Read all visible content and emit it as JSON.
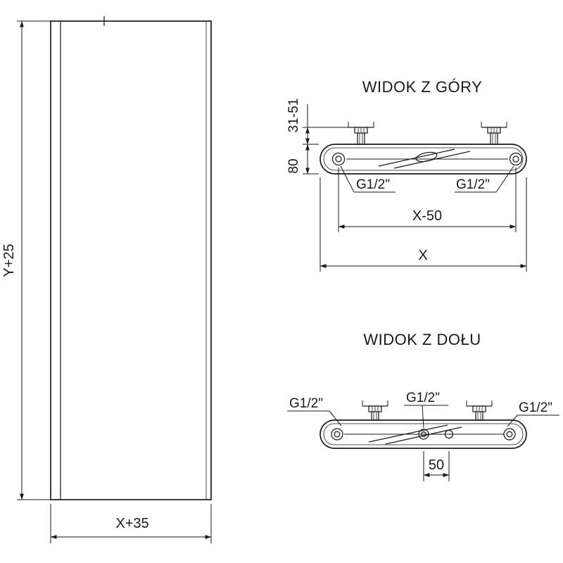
{
  "colors": {
    "line": "#1a1a1a",
    "background": "#ffffff"
  },
  "front_view": {
    "height_dim": "Y+25",
    "width_dim": "X+35"
  },
  "top_view": {
    "title": "WIDOK Z GÓRY",
    "bracket_depth_dim": "31-51",
    "body_depth_dim": "80",
    "left_port": "G1/2\"",
    "right_port": "G1/2\"",
    "port_spacing_dim": "X-50",
    "overall_width_dim": "X"
  },
  "bottom_view": {
    "title": "WIDOK Z DOŁU",
    "left_port": "G1/2\"",
    "center_port": "G1/2\"",
    "right_port": "G1/2\"",
    "center_offset_dim": "50"
  }
}
